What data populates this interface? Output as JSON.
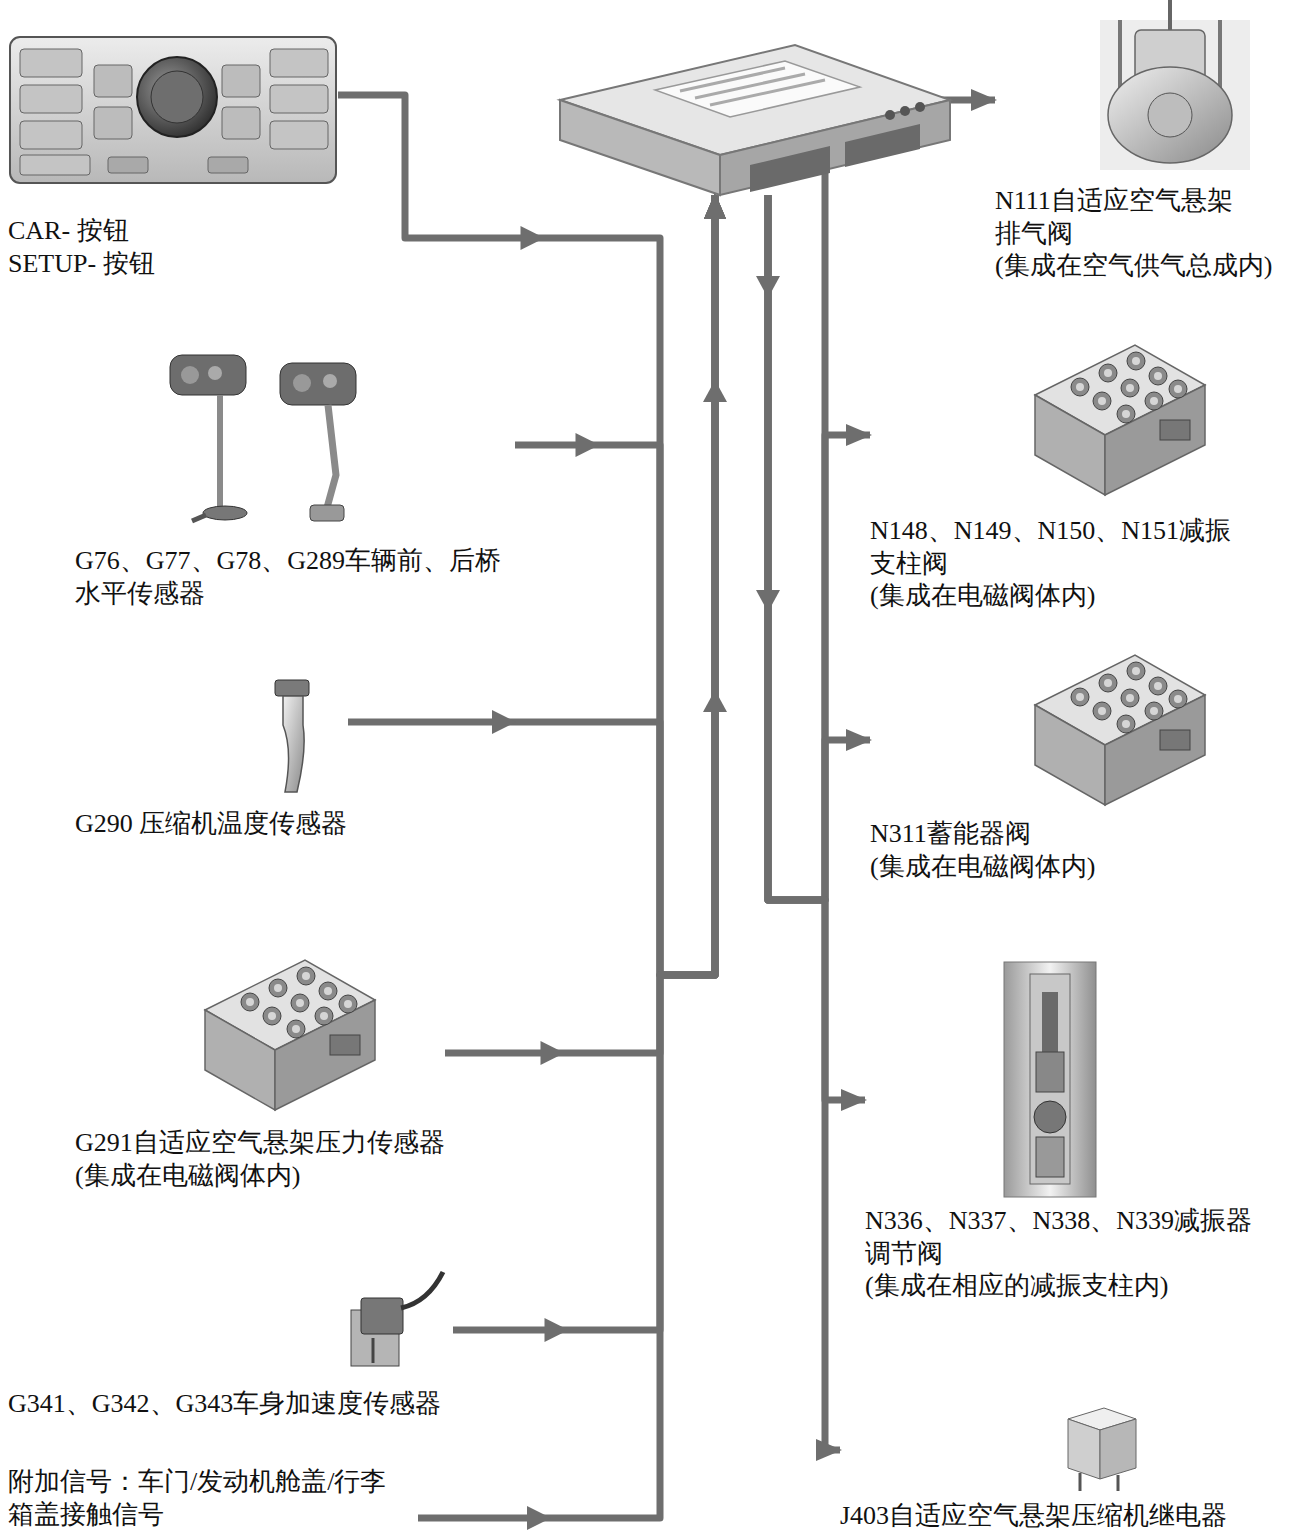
{
  "diagram": {
    "nodes": [
      {
        "text": []
      },
      {
        "text": [
          "CAR- 按钮",
          "SETUP- 按钮"
        ]
      },
      {
        "text": [
          "G76、G77、G78、G289车辆前、后桥 水平传感器"
        ]
      },
      {
        "text": [
          "G290 压缩机温度传感器"
        ]
      },
      {
        "text": [
          "G291自适应空气悬架压力传感器",
          "(集成在电磁阀体内)"
        ]
      },
      {
        "text": [
          "G341、G342、G343车身加速度传感器"
        ]
      },
      {
        "text": [
          "附加信号：车门/发动机舱盖/行李 箱盖接触信号"
        ]
      },
      {
        "text": [
          "N111自适应空气悬架 排气阀",
          "(集成在空气供气总成内)"
        ]
      },
      {
        "text": [
          "N148、N149、N150、N151减振 支柱阀",
          "(集成在电磁阀体内)"
        ]
      },
      {
        "text": [
          "N311蓄能器阀",
          "(集成在电磁阀体内)"
        ]
      },
      {
        "text": [
          "N336、N337、N338、N339减振器 调节阀",
          "(集成在相应的减振支柱内)"
        ]
      },
      {
        "text": [
          "J403自适应空气悬架压缩机继电器"
        ]
      }
    ],
    "edges": [
      {
        "from": 1,
        "to": 0,
        "arrow": "to"
      },
      {
        "from": 2,
        "to": 0,
        "arrow": "to"
      },
      {
        "from": 3,
        "to": 0,
        "arrow": "to"
      },
      {
        "from": 4,
        "to": 0,
        "arrow": "to"
      },
      {
        "from": 5,
        "to": 0,
        "arrow": "to"
      },
      {
        "from": 6,
        "to": 0,
        "arrow": "to"
      },
      {
        "from": 0,
        "to": 7,
        "arrow": "to"
      },
      {
        "from": 0,
        "to": 8,
        "arrow": "to"
      },
      {
        "from": 0,
        "to": 9,
        "arrow": "to"
      },
      {
        "from": 0,
        "to": 10,
        "arrow": "to"
      },
      {
        "from": 0,
        "to": 11,
        "arrow": "to"
      }
    ]
  }
}
